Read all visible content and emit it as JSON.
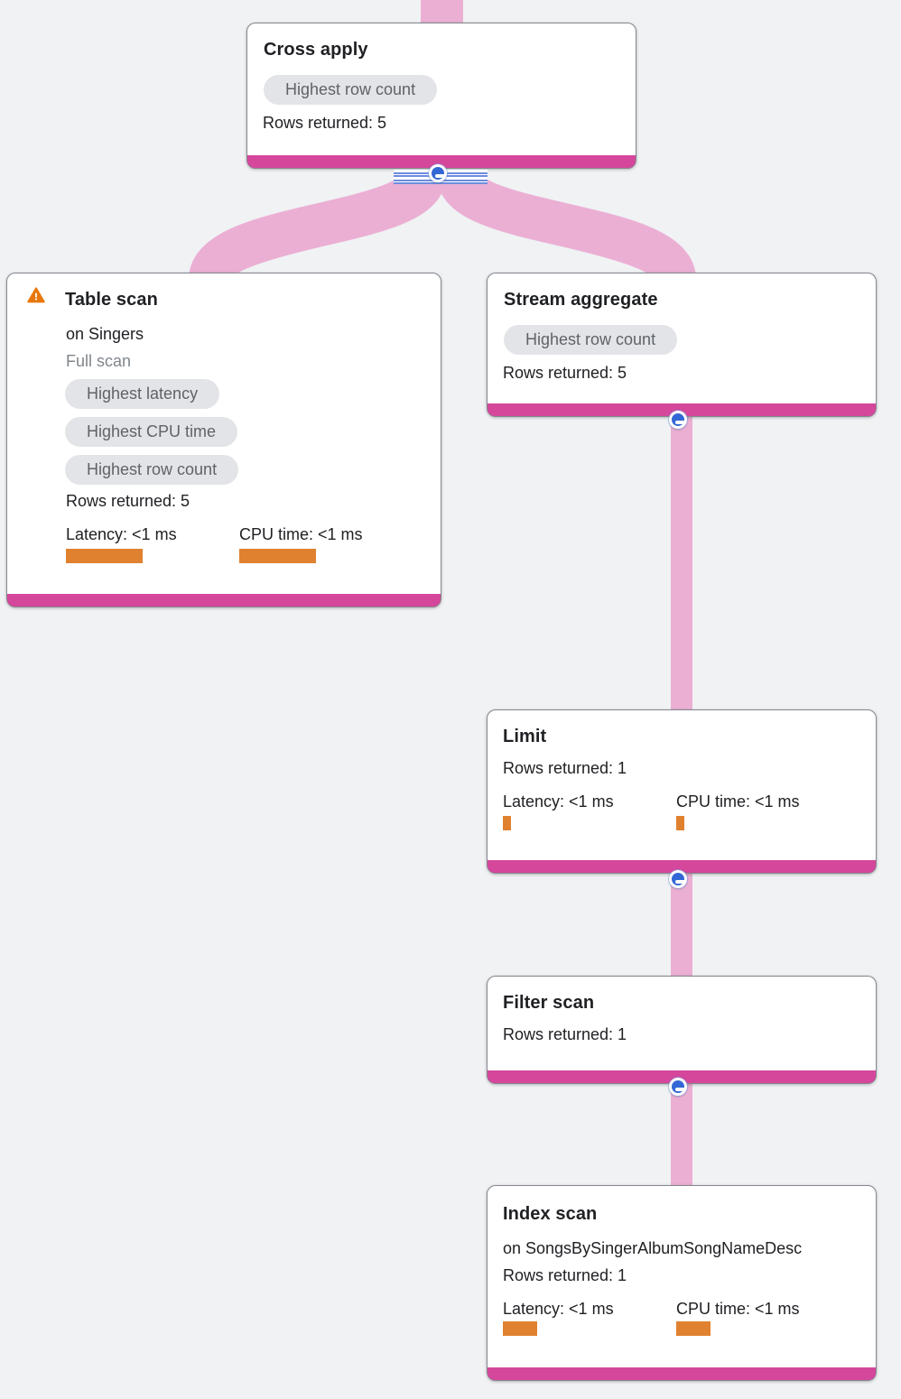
{
  "colors": {
    "background": "#F0F2F4",
    "node_accent_pink": "#D4479B",
    "edge_pink": "#EBAFD4",
    "badge_bg": "#E3E4E7",
    "badge_text": "#5F6368",
    "metric_bar_orange": "#E0812F",
    "warning_orange": "#E8780D",
    "collapse_button_blue": "#3367D6"
  },
  "nodes": [
    {
      "title": "Cross apply",
      "badges": [
        "Highest row count"
      ],
      "rows": "Rows returned: 5"
    },
    {
      "title": "Table scan",
      "warning_icon": "warning-triangle",
      "subtitle": "on Singers",
      "note": "Full scan",
      "badges": [
        "Highest latency",
        "Highest CPU time",
        "Highest row count"
      ],
      "rows": "Rows returned: 5",
      "latency": "Latency: <1 ms",
      "cpu": "CPU time: <1 ms"
    },
    {
      "title": "Stream aggregate",
      "badges": [
        "Highest row count"
      ],
      "rows": "Rows returned: 5"
    },
    {
      "title": "Limit",
      "rows": "Rows returned: 1",
      "latency": "Latency: <1 ms",
      "cpu": "CPU time: <1 ms"
    },
    {
      "title": "Filter scan",
      "rows": "Rows returned: 1"
    },
    {
      "title": "Index scan",
      "subtitle": "on SongsBySingerAlbumSongNameDesc",
      "rows": "Rows returned: 1",
      "latency": "Latency: <1 ms",
      "cpu": "CPU time: <1 ms"
    }
  ]
}
